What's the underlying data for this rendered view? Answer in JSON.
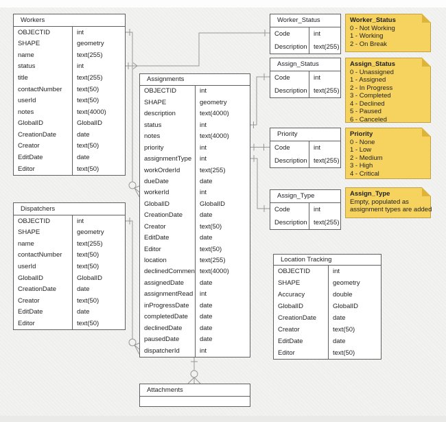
{
  "tables": {
    "workers": {
      "title": "Workers",
      "fields": [
        [
          "OBJECTID",
          "int"
        ],
        [
          "SHAPE",
          "geometry"
        ],
        [
          "name",
          "text(255)"
        ],
        [
          "status",
          "int"
        ],
        [
          "title",
          "text(255)"
        ],
        [
          "contactNumber",
          "text(50)"
        ],
        [
          "userId",
          "text(50)"
        ],
        [
          "notes",
          "text(4000)"
        ],
        [
          "GlobalID",
          "GlobalID"
        ],
        [
          "CreationDate",
          "date"
        ],
        [
          "Creator",
          "text(50)"
        ],
        [
          "EditDate",
          "date"
        ],
        [
          "Editor",
          "text(50)"
        ]
      ]
    },
    "dispatchers": {
      "title": "Dispatchers",
      "fields": [
        [
          "OBJECTID",
          "int"
        ],
        [
          "SHAPE",
          "geometry"
        ],
        [
          "name",
          "text(255)"
        ],
        [
          "contactNumber",
          "text(50)"
        ],
        [
          "userId",
          "text(50)"
        ],
        [
          "GlobalID",
          "GlobalID"
        ],
        [
          "CreationDate",
          "date"
        ],
        [
          "Creator",
          "text(50)"
        ],
        [
          "EditDate",
          "date"
        ],
        [
          "Editor",
          "text(50)"
        ]
      ]
    },
    "assignments": {
      "title": "Assignments",
      "fields": [
        [
          "OBJECTID",
          "int"
        ],
        [
          "SHAPE",
          "geometry"
        ],
        [
          "description",
          "text(4000)"
        ],
        [
          "status",
          "int"
        ],
        [
          "notes",
          "text(4000)"
        ],
        [
          "priority",
          "int"
        ],
        [
          "assignmentType",
          "int"
        ],
        [
          "workOrderId",
          "text(255)"
        ],
        [
          "dueDate",
          "date"
        ],
        [
          "workerId",
          "int"
        ],
        [
          "GlobalID",
          "GlobalID"
        ],
        [
          "CreationDate",
          "date"
        ],
        [
          "Creator",
          "text(50)"
        ],
        [
          "EditDate",
          "date"
        ],
        [
          "Editor",
          "text(50)"
        ],
        [
          "location",
          "text(255)"
        ],
        [
          "declinedComment",
          "text(4000)"
        ],
        [
          "assignedDate",
          "date"
        ],
        [
          "assignmentRead",
          "int"
        ],
        [
          "inProgressDate",
          "date"
        ],
        [
          "completedDate",
          "date"
        ],
        [
          "declinedDate",
          "date"
        ],
        [
          "pausedDate",
          "date"
        ],
        [
          "dispatcherId",
          "int"
        ]
      ]
    },
    "worker_status": {
      "title": "Worker_Status",
      "fields": [
        [
          "Code",
          "int"
        ],
        [
          "Description",
          "text(255)"
        ]
      ]
    },
    "assign_status": {
      "title": "Assign_Status",
      "fields": [
        [
          "Code",
          "int"
        ],
        [
          "Description",
          "text(255)"
        ]
      ]
    },
    "priority": {
      "title": "Priority",
      "fields": [
        [
          "Code",
          "int"
        ],
        [
          "Description",
          "text(255)"
        ]
      ]
    },
    "assign_type": {
      "title": "Assign_Type",
      "fields": [
        [
          "Code",
          "int"
        ],
        [
          "Description",
          "text(255)"
        ]
      ]
    },
    "location_tracking": {
      "title": "Location Tracking",
      "fields": [
        [
          "OBJECTID",
          "int"
        ],
        [
          "SHAPE",
          "geometry"
        ],
        [
          "Accuracy",
          "double"
        ],
        [
          "GlobalID",
          "GlobalID"
        ],
        [
          "CreationDate",
          "date"
        ],
        [
          "Creator",
          "text(50)"
        ],
        [
          "EditDate",
          "date"
        ],
        [
          "Editor",
          "text(50)"
        ]
      ]
    },
    "attachments": {
      "title": "Attachments",
      "fields": []
    }
  },
  "notes": {
    "worker_status": {
      "title": "Worker_Status",
      "lines": [
        "0 - Not Working",
        "1 - Working",
        "2 - On Break"
      ]
    },
    "assign_status": {
      "title": "Assign_Status",
      "lines": [
        "0 - Unassigned",
        "1 - Assigned",
        "2 - In Progress",
        "3 - Completed",
        "4 - Declined",
        "5 - Paused",
        "6 - Canceled"
      ]
    },
    "priority": {
      "title": "Priority",
      "lines": [
        "0 - None",
        "1 - Low",
        "2 - Medium",
        "3 - High",
        "4 - Critical"
      ]
    },
    "assign_type": {
      "title": "Assign_Type",
      "lines": [
        "Empty, populated as",
        "assignment types are added"
      ]
    }
  },
  "colors": {
    "note_fill": "#f6d35f",
    "note_fold": "#ddb33a",
    "table_border": "#5e5e5e",
    "connector": "#979797",
    "background": "#f2f2f0"
  }
}
